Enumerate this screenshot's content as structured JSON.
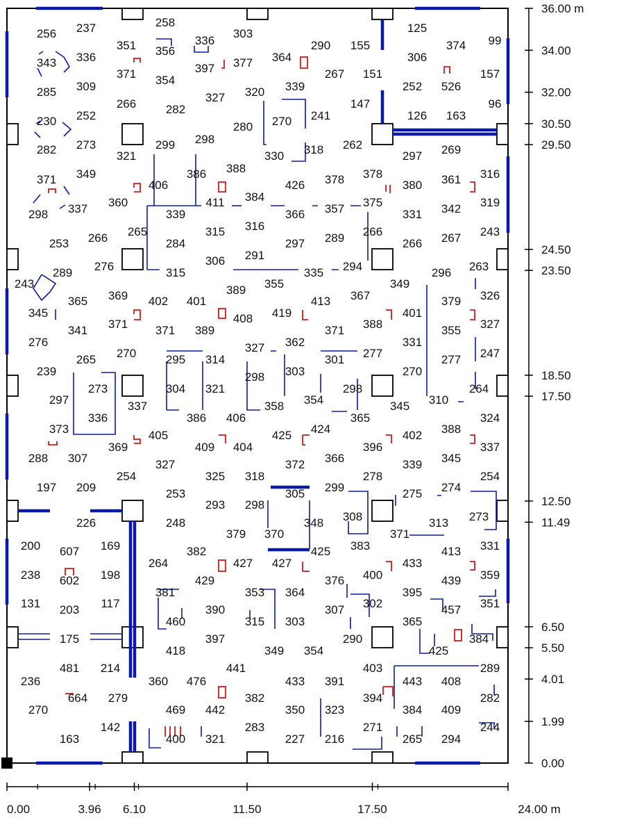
{
  "colors": {
    "frame": "#000000",
    "beam": "#0a1aa8",
    "marker": "#d81818",
    "text": "#111111"
  },
  "axes": {
    "y_unit": "m",
    "x_unit": "m",
    "y_ticks": [
      {
        "v": 36.0,
        "label": "36.00 m"
      },
      {
        "v": 34.0,
        "label": "34.00"
      },
      {
        "v": 32.0,
        "label": "32.00"
      },
      {
        "v": 30.5,
        "label": "30.50"
      },
      {
        "v": 29.5,
        "label": "29.50"
      },
      {
        "v": 24.5,
        "label": "24.50"
      },
      {
        "v": 23.5,
        "label": "23.50"
      },
      {
        "v": 18.5,
        "label": "18.50"
      },
      {
        "v": 17.5,
        "label": "17.50"
      },
      {
        "v": 12.5,
        "label": "12.50"
      },
      {
        "v": 11.49,
        "label": "11.49"
      },
      {
        "v": 6.5,
        "label": "6.50"
      },
      {
        "v": 5.5,
        "label": "5.50"
      },
      {
        "v": 4.01,
        "label": "4.01"
      },
      {
        "v": 1.99,
        "label": "1.99"
      },
      {
        "v": 0.0,
        "label": "0.00"
      }
    ],
    "x_ticks": [
      {
        "v": 0.0,
        "label": "0.00"
      },
      {
        "v": 3.96,
        "label": "3.96"
      },
      {
        "v": 6.1,
        "label": "6.10"
      },
      {
        "v": 11.5,
        "label": "11.50"
      },
      {
        "v": 17.5,
        "label": "17.50"
      },
      {
        "v": 24.0,
        "label": "24.00 m"
      }
    ]
  },
  "values": [
    {
      "t": "256",
      "x": 67,
      "y": 48
    },
    {
      "t": "237",
      "x": 124,
      "y": 40
    },
    {
      "t": "351",
      "x": 182,
      "y": 65
    },
    {
      "t": "258",
      "x": 238,
      "y": 32
    },
    {
      "t": "356",
      "x": 238,
      "y": 73
    },
    {
      "t": "336",
      "x": 295,
      "y": 58
    },
    {
      "t": "303",
      "x": 350,
      "y": 48
    },
    {
      "t": "290",
      "x": 462,
      "y": 65
    },
    {
      "t": "155",
      "x": 519,
      "y": 65
    },
    {
      "t": "125",
      "x": 601,
      "y": 40
    },
    {
      "t": "374",
      "x": 657,
      "y": 65
    },
    {
      "t": "99",
      "x": 713,
      "y": 58
    },
    {
      "t": "343",
      "x": 67,
      "y": 90
    },
    {
      "t": "336",
      "x": 124,
      "y": 82
    },
    {
      "t": "371",
      "x": 182,
      "y": 106
    },
    {
      "t": "354",
      "x": 238,
      "y": 115
    },
    {
      "t": "397",
      "x": 295,
      "y": 98
    },
    {
      "t": "377",
      "x": 350,
      "y": 90
    },
    {
      "t": "364",
      "x": 406,
      "y": 82
    },
    {
      "t": "267",
      "x": 482,
      "y": 106
    },
    {
      "t": "151",
      "x": 537,
      "y": 106
    },
    {
      "t": "306",
      "x": 601,
      "y": 82
    },
    {
      "t": "157",
      "x": 706,
      "y": 106
    },
    {
      "t": "285",
      "x": 67,
      "y": 132
    },
    {
      "t": "309",
      "x": 124,
      "y": 124
    },
    {
      "t": "266",
      "x": 182,
      "y": 149
    },
    {
      "t": "282",
      "x": 253,
      "y": 157
    },
    {
      "t": "327",
      "x": 310,
      "y": 140
    },
    {
      "t": "320",
      "x": 367,
      "y": 132
    },
    {
      "t": "339",
      "x": 425,
      "y": 124
    },
    {
      "t": "147",
      "x": 519,
      "y": 149
    },
    {
      "t": "252",
      "x": 594,
      "y": 124
    },
    {
      "t": "526",
      "x": 650,
      "y": 124
    },
    {
      "t": "96",
      "x": 713,
      "y": 149
    },
    {
      "t": "270",
      "x": 406,
      "y": 174
    },
    {
      "t": "241",
      "x": 462,
      "y": 166
    },
    {
      "t": "280",
      "x": 350,
      "y": 182
    },
    {
      "t": "230",
      "x": 67,
      "y": 174
    },
    {
      "t": "252",
      "x": 124,
      "y": 166
    },
    {
      "t": "126",
      "x": 601,
      "y": 166
    },
    {
      "t": "163",
      "x": 657,
      "y": 166
    },
    {
      "t": "282",
      "x": 67,
      "y": 215
    },
    {
      "t": "273",
      "x": 124,
      "y": 208
    },
    {
      "t": "321",
      "x": 182,
      "y": 224
    },
    {
      "t": "299",
      "x": 238,
      "y": 208
    },
    {
      "t": "298",
      "x": 295,
      "y": 200
    },
    {
      "t": "330",
      "x": 395,
      "y": 224
    },
    {
      "t": "318",
      "x": 452,
      "y": 215
    },
    {
      "t": "262",
      "x": 508,
      "y": 208
    },
    {
      "t": "297",
      "x": 594,
      "y": 224
    },
    {
      "t": "269",
      "x": 650,
      "y": 215
    },
    {
      "t": "371",
      "x": 67,
      "y": 258
    },
    {
      "t": "349",
      "x": 124,
      "y": 250
    },
    {
      "t": "386",
      "x": 283,
      "y": 250
    },
    {
      "t": "388",
      "x": 340,
      "y": 242
    },
    {
      "t": "426",
      "x": 425,
      "y": 266
    },
    {
      "t": "378",
      "x": 482,
      "y": 258
    },
    {
      "t": "378",
      "x": 537,
      "y": 250
    },
    {
      "t": "380",
      "x": 594,
      "y": 266
    },
    {
      "t": "361",
      "x": 650,
      "y": 258
    },
    {
      "t": "316",
      "x": 706,
      "y": 250
    },
    {
      "t": "406",
      "x": 228,
      "y": 266
    },
    {
      "t": "411",
      "x": 310,
      "y": 291
    },
    {
      "t": "384",
      "x": 367,
      "y": 283
    },
    {
      "t": "375",
      "x": 537,
      "y": 291
    },
    {
      "t": "298",
      "x": 55,
      "y": 308
    },
    {
      "t": "337",
      "x": 112,
      "y": 300
    },
    {
      "t": "360",
      "x": 170,
      "y": 291
    },
    {
      "t": "339",
      "x": 253,
      "y": 308
    },
    {
      "t": "366",
      "x": 425,
      "y": 308
    },
    {
      "t": "357",
      "x": 482,
      "y": 300
    },
    {
      "t": "331",
      "x": 594,
      "y": 308
    },
    {
      "t": "342",
      "x": 650,
      "y": 300
    },
    {
      "t": "319",
      "x": 706,
      "y": 291
    },
    {
      "t": "265",
      "x": 198,
      "y": 333
    },
    {
      "t": "315",
      "x": 310,
      "y": 333
    },
    {
      "t": "316",
      "x": 367,
      "y": 325
    },
    {
      "t": "266",
      "x": 537,
      "y": 333
    },
    {
      "t": "267",
      "x": 650,
      "y": 342
    },
    {
      "t": "243",
      "x": 706,
      "y": 333
    },
    {
      "t": "253",
      "x": 85,
      "y": 350
    },
    {
      "t": "266",
      "x": 141,
      "y": 342
    },
    {
      "t": "284",
      "x": 253,
      "y": 350
    },
    {
      "t": "297",
      "x": 425,
      "y": 350
    },
    {
      "t": "289",
      "x": 482,
      "y": 342
    },
    {
      "t": "266",
      "x": 594,
      "y": 350
    },
    {
      "t": "291",
      "x": 367,
      "y": 367
    },
    {
      "t": "306",
      "x": 310,
      "y": 375
    },
    {
      "t": "276",
      "x": 150,
      "y": 383
    },
    {
      "t": "315",
      "x": 253,
      "y": 392
    },
    {
      "t": "335",
      "x": 452,
      "y": 392
    },
    {
      "t": "294",
      "x": 508,
      "y": 383
    },
    {
      "t": "289",
      "x": 90,
      "y": 392
    },
    {
      "t": "243",
      "x": 35,
      "y": 408
    },
    {
      "t": "296",
      "x": 636,
      "y": 392
    },
    {
      "t": "263",
      "x": 690,
      "y": 383
    },
    {
      "t": "355",
      "x": 395,
      "y": 408
    },
    {
      "t": "349",
      "x": 576,
      "y": 408
    },
    {
      "t": "389",
      "x": 340,
      "y": 417
    },
    {
      "t": "365",
      "x": 112,
      "y": 433
    },
    {
      "t": "369",
      "x": 170,
      "y": 425
    },
    {
      "t": "402",
      "x": 228,
      "y": 433
    },
    {
      "t": "401",
      "x": 283,
      "y": 433
    },
    {
      "t": "413",
      "x": 462,
      "y": 433
    },
    {
      "t": "367",
      "x": 519,
      "y": 425
    },
    {
      "t": "379",
      "x": 650,
      "y": 433
    },
    {
      "t": "326",
      "x": 706,
      "y": 425
    },
    {
      "t": "345",
      "x": 55,
      "y": 450
    },
    {
      "t": "371",
      "x": 170,
      "y": 466
    },
    {
      "t": "408",
      "x": 350,
      "y": 458
    },
    {
      "t": "419",
      "x": 406,
      "y": 450
    },
    {
      "t": "388",
      "x": 537,
      "y": 466
    },
    {
      "t": "401",
      "x": 594,
      "y": 450
    },
    {
      "t": "327",
      "x": 706,
      "y": 466
    },
    {
      "t": "341",
      "x": 112,
      "y": 475
    },
    {
      "t": "371",
      "x": 238,
      "y": 475
    },
    {
      "t": "389",
      "x": 295,
      "y": 475
    },
    {
      "t": "371",
      "x": 482,
      "y": 475
    },
    {
      "t": "355",
      "x": 650,
      "y": 475
    },
    {
      "t": "276",
      "x": 55,
      "y": 492
    },
    {
      "t": "327",
      "x": 367,
      "y": 500
    },
    {
      "t": "362",
      "x": 425,
      "y": 492
    },
    {
      "t": "331",
      "x": 594,
      "y": 492
    },
    {
      "t": "265",
      "x": 124,
      "y": 517
    },
    {
      "t": "270",
      "x": 182,
      "y": 508
    },
    {
      "t": "295",
      "x": 253,
      "y": 517
    },
    {
      "t": "314",
      "x": 310,
      "y": 517
    },
    {
      "t": "301",
      "x": 482,
      "y": 517
    },
    {
      "t": "277",
      "x": 537,
      "y": 508
    },
    {
      "t": "277",
      "x": 650,
      "y": 517
    },
    {
      "t": "247",
      "x": 706,
      "y": 508
    },
    {
      "t": "239",
      "x": 67,
      "y": 534
    },
    {
      "t": "298",
      "x": 367,
      "y": 542
    },
    {
      "t": "303",
      "x": 425,
      "y": 534
    },
    {
      "t": "270",
      "x": 594,
      "y": 534
    },
    {
      "t": "273",
      "x": 141,
      "y": 559
    },
    {
      "t": "304",
      "x": 253,
      "y": 559
    },
    {
      "t": "321",
      "x": 310,
      "y": 559
    },
    {
      "t": "298",
      "x": 508,
      "y": 559
    },
    {
      "t": "264",
      "x": 690,
      "y": 559
    },
    {
      "t": "297",
      "x": 85,
      "y": 575
    },
    {
      "t": "337",
      "x": 198,
      "y": 584
    },
    {
      "t": "354",
      "x": 452,
      "y": 575
    },
    {
      "t": "310",
      "x": 632,
      "y": 575
    },
    {
      "t": "345",
      "x": 576,
      "y": 584
    },
    {
      "t": "358",
      "x": 395,
      "y": 584
    },
    {
      "t": "336",
      "x": 141,
      "y": 601
    },
    {
      "t": "386",
      "x": 283,
      "y": 601
    },
    {
      "t": "406",
      "x": 340,
      "y": 601
    },
    {
      "t": "365",
      "x": 519,
      "y": 601
    },
    {
      "t": "324",
      "x": 706,
      "y": 601
    },
    {
      "t": "373",
      "x": 85,
      "y": 617
    },
    {
      "t": "424",
      "x": 462,
      "y": 617
    },
    {
      "t": "388",
      "x": 650,
      "y": 617
    },
    {
      "t": "405",
      "x": 228,
      "y": 626
    },
    {
      "t": "425",
      "x": 406,
      "y": 626
    },
    {
      "t": "402",
      "x": 594,
      "y": 626
    },
    {
      "t": "369",
      "x": 170,
      "y": 643
    },
    {
      "t": "409",
      "x": 295,
      "y": 643
    },
    {
      "t": "404",
      "x": 350,
      "y": 643
    },
    {
      "t": "396",
      "x": 537,
      "y": 643
    },
    {
      "t": "337",
      "x": 706,
      "y": 643
    },
    {
      "t": "288",
      "x": 55,
      "y": 659
    },
    {
      "t": "307",
      "x": 112,
      "y": 659
    },
    {
      "t": "366",
      "x": 482,
      "y": 659
    },
    {
      "t": "345",
      "x": 650,
      "y": 659
    },
    {
      "t": "327",
      "x": 238,
      "y": 668
    },
    {
      "t": "372",
      "x": 425,
      "y": 668
    },
    {
      "t": "339",
      "x": 594,
      "y": 668
    },
    {
      "t": "254",
      "x": 182,
      "y": 685
    },
    {
      "t": "325",
      "x": 310,
      "y": 685
    },
    {
      "t": "318",
      "x": 367,
      "y": 685
    },
    {
      "t": "278",
      "x": 537,
      "y": 685
    },
    {
      "t": "254",
      "x": 706,
      "y": 685
    },
    {
      "t": "197",
      "x": 67,
      "y": 701
    },
    {
      "t": "209",
      "x": 124,
      "y": 701
    },
    {
      "t": "299",
      "x": 482,
      "y": 701
    },
    {
      "t": "274",
      "x": 650,
      "y": 701
    },
    {
      "t": "253",
      "x": 253,
      "y": 710
    },
    {
      "t": "305",
      "x": 425,
      "y": 710
    },
    {
      "t": "275",
      "x": 594,
      "y": 710
    },
    {
      "t": "293",
      "x": 310,
      "y": 726
    },
    {
      "t": "298",
      "x": 367,
      "y": 726
    },
    {
      "t": "308",
      "x": 508,
      "y": 743
    },
    {
      "t": "226",
      "x": 124,
      "y": 752
    },
    {
      "t": "248",
      "x": 253,
      "y": 752
    },
    {
      "t": "348",
      "x": 452,
      "y": 752
    },
    {
      "t": "313",
      "x": 632,
      "y": 752
    },
    {
      "t": "273",
      "x": 690,
      "y": 743
    },
    {
      "t": "379",
      "x": 340,
      "y": 768
    },
    {
      "t": "370",
      "x": 395,
      "y": 768
    },
    {
      "t": "371",
      "x": 576,
      "y": 768
    },
    {
      "t": "200",
      "x": 44,
      "y": 785
    },
    {
      "t": "607",
      "x": 100,
      "y": 793
    },
    {
      "t": "169",
      "x": 159,
      "y": 785
    },
    {
      "t": "382",
      "x": 283,
      "y": 793
    },
    {
      "t": "383",
      "x": 519,
      "y": 785
    },
    {
      "t": "425",
      "x": 462,
      "y": 793
    },
    {
      "t": "413",
      "x": 650,
      "y": 793
    },
    {
      "t": "331",
      "x": 706,
      "y": 785
    },
    {
      "t": "264",
      "x": 228,
      "y": 810
    },
    {
      "t": "427",
      "x": 350,
      "y": 810
    },
    {
      "t": "427",
      "x": 406,
      "y": 810
    },
    {
      "t": "433",
      "x": 594,
      "y": 810
    },
    {
      "t": "238",
      "x": 44,
      "y": 827
    },
    {
      "t": "602",
      "x": 100,
      "y": 835
    },
    {
      "t": "198",
      "x": 159,
      "y": 827
    },
    {
      "t": "429",
      "x": 295,
      "y": 835
    },
    {
      "t": "376",
      "x": 482,
      "y": 835
    },
    {
      "t": "400",
      "x": 537,
      "y": 827
    },
    {
      "t": "439",
      "x": 650,
      "y": 835
    },
    {
      "t": "359",
      "x": 706,
      "y": 827
    },
    {
      "t": "381",
      "x": 238,
      "y": 852
    },
    {
      "t": "353",
      "x": 367,
      "y": 852
    },
    {
      "t": "364",
      "x": 425,
      "y": 852
    },
    {
      "t": "395",
      "x": 594,
      "y": 852
    },
    {
      "t": "131",
      "x": 44,
      "y": 868
    },
    {
      "t": "203",
      "x": 100,
      "y": 877
    },
    {
      "t": "117",
      "x": 159,
      "y": 868
    },
    {
      "t": "390",
      "x": 310,
      "y": 877
    },
    {
      "t": "302",
      "x": 537,
      "y": 868
    },
    {
      "t": "307",
      "x": 482,
      "y": 877
    },
    {
      "t": "457",
      "x": 650,
      "y": 877
    },
    {
      "t": "351",
      "x": 706,
      "y": 868
    },
    {
      "t": "460",
      "x": 253,
      "y": 894
    },
    {
      "t": "315",
      "x": 367,
      "y": 894
    },
    {
      "t": "303",
      "x": 425,
      "y": 894
    },
    {
      "t": "365",
      "x": 594,
      "y": 894
    },
    {
      "t": "175",
      "x": 100,
      "y": 919
    },
    {
      "t": "397",
      "x": 310,
      "y": 919
    },
    {
      "t": "290",
      "x": 508,
      "y": 919
    },
    {
      "t": "384",
      "x": 690,
      "y": 919
    },
    {
      "t": "418",
      "x": 253,
      "y": 936
    },
    {
      "t": "349",
      "x": 395,
      "y": 936
    },
    {
      "t": "354",
      "x": 452,
      "y": 936
    },
    {
      "t": "425",
      "x": 632,
      "y": 936
    },
    {
      "t": "481",
      "x": 100,
      "y": 961
    },
    {
      "t": "214",
      "x": 159,
      "y": 961
    },
    {
      "t": "441",
      "x": 340,
      "y": 961
    },
    {
      "t": "403",
      "x": 537,
      "y": 961
    },
    {
      "t": "289",
      "x": 706,
      "y": 961
    },
    {
      "t": "236",
      "x": 44,
      "y": 980
    },
    {
      "t": "360",
      "x": 228,
      "y": 980
    },
    {
      "t": "476",
      "x": 283,
      "y": 980
    },
    {
      "t": "433",
      "x": 425,
      "y": 980
    },
    {
      "t": "391",
      "x": 482,
      "y": 980
    },
    {
      "t": "443",
      "x": 594,
      "y": 980
    },
    {
      "t": "408",
      "x": 650,
      "y": 980
    },
    {
      "t": "664",
      "x": 112,
      "y": 1004
    },
    {
      "t": "279",
      "x": 170,
      "y": 1004
    },
    {
      "t": "382",
      "x": 367,
      "y": 1004
    },
    {
      "t": "394",
      "x": 537,
      "y": 1004
    },
    {
      "t": "282",
      "x": 706,
      "y": 1004
    },
    {
      "t": "270",
      "x": 55,
      "y": 1021
    },
    {
      "t": "469",
      "x": 253,
      "y": 1021
    },
    {
      "t": "442",
      "x": 310,
      "y": 1021
    },
    {
      "t": "350",
      "x": 425,
      "y": 1021
    },
    {
      "t": "323",
      "x": 482,
      "y": 1021
    },
    {
      "t": "384",
      "x": 594,
      "y": 1021
    },
    {
      "t": "409",
      "x": 650,
      "y": 1021
    },
    {
      "t": "142",
      "x": 159,
      "y": 1046
    },
    {
      "t": "283",
      "x": 367,
      "y": 1046
    },
    {
      "t": "271",
      "x": 537,
      "y": 1046
    },
    {
      "t": "244",
      "x": 706,
      "y": 1046
    },
    {
      "t": "163",
      "x": 100,
      "y": 1063
    },
    {
      "t": "400",
      "x": 253,
      "y": 1063
    },
    {
      "t": "321",
      "x": 310,
      "y": 1063
    },
    {
      "t": "227",
      "x": 425,
      "y": 1063
    },
    {
      "t": "216",
      "x": 482,
      "y": 1063
    },
    {
      "t": "265",
      "x": 594,
      "y": 1063
    },
    {
      "t": "294",
      "x": 650,
      "y": 1063
    }
  ]
}
